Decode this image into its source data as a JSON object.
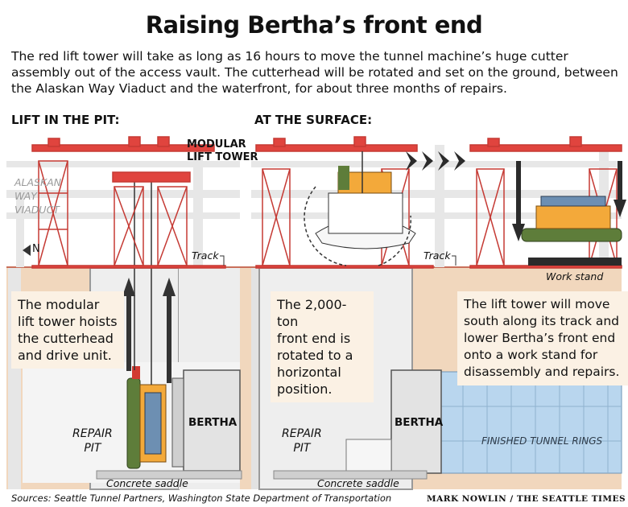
{
  "title": "Raising Bertha’s front end",
  "intro": "The red lift tower will take as long as 16 hours to move the tunnel machine’s huge cutter assembly out of the access vault. The cutterhead will be rotated and set on the ground, between the Alaskan Way Viaduct and the waterfront, for about three months of repairs.",
  "sections": {
    "left": "LIFT IN THE PIT:",
    "right": "AT THE SURFACE:"
  },
  "labels": {
    "tower": [
      "MODULAR",
      "LIFT TOWER"
    ],
    "viaduct": [
      "ALASKAN",
      "WAY",
      "VIADUCT"
    ],
    "north": "N",
    "track_left": "Track",
    "track_right": "Track",
    "work_stand": "Work stand",
    "bertha_left": "BERTHA",
    "bertha_right": "BERTHA",
    "repair_pit_left": [
      "REPAIR",
      "PIT"
    ],
    "repair_pit_right": [
      "REPAIR",
      "PIT"
    ],
    "saddle_left": "Concrete saddle",
    "saddle_right": "Concrete saddle",
    "tunnel_rings": "FINISHED TUNNEL RINGS"
  },
  "callouts": {
    "left": [
      "The modular",
      "lift tower hoists",
      "the cutterhead",
      "and drive unit."
    ],
    "middle": [
      "The 2,000-ton",
      "front end is",
      "rotated to a",
      "horizontal",
      "position."
    ],
    "right": [
      "The lift tower will move",
      "south along its track and",
      "lower Bertha’s front end",
      "onto a work stand for",
      "disassembly and repairs."
    ]
  },
  "footer": {
    "sources": "Sources: Seattle Tunnel Partners, Washington State Department of Transportation",
    "credit": "MARK NOWLIN / THE SEATTLE TIMES"
  },
  "colors": {
    "tower_red": "#e0443e",
    "soil": "#f1d7bd",
    "pit": "#f2f2f2",
    "rings": "#b9d6ee"
  }
}
